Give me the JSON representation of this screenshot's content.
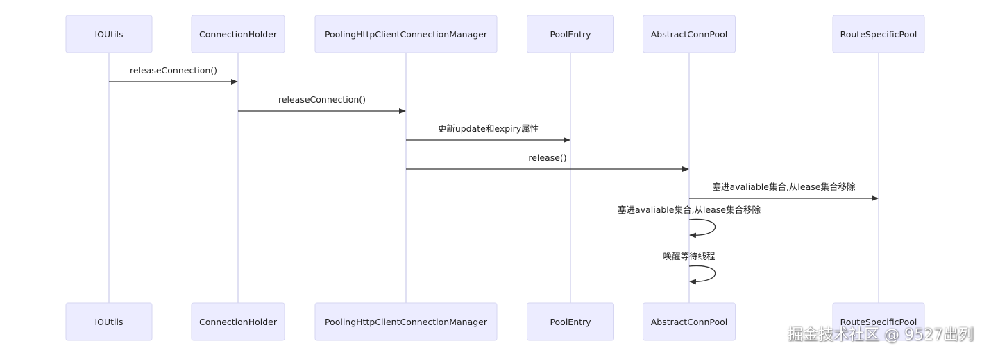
{
  "participants": [
    {
      "id": "ioutils",
      "label": "IOUtils"
    },
    {
      "id": "holder",
      "label": "ConnectionHolder"
    },
    {
      "id": "manager",
      "label": "PoolingHttpClientConnectionManager"
    },
    {
      "id": "entry",
      "label": "PoolEntry"
    },
    {
      "id": "pool",
      "label": "AbstractConnPool"
    },
    {
      "id": "route",
      "label": "RouteSpecificPool"
    }
  ],
  "messages": [
    {
      "from": "ioutils",
      "to": "holder",
      "label": "releaseConnection()"
    },
    {
      "from": "holder",
      "to": "manager",
      "label": "releaseConnection()"
    },
    {
      "from": "manager",
      "to": "entry",
      "label": "更新update和expiry属性"
    },
    {
      "from": "manager",
      "to": "pool",
      "label": "release()"
    },
    {
      "from": "pool",
      "to": "route",
      "label": "塞进avaliable集合,从lease集合移除"
    },
    {
      "from": "pool",
      "to": "pool",
      "label": "塞进avaliable集合,从lease集合移除"
    },
    {
      "from": "pool",
      "to": "pool",
      "label": "唤醒等待线程"
    }
  ],
  "watermark": "掘金技术社区 @ 9527出列"
}
